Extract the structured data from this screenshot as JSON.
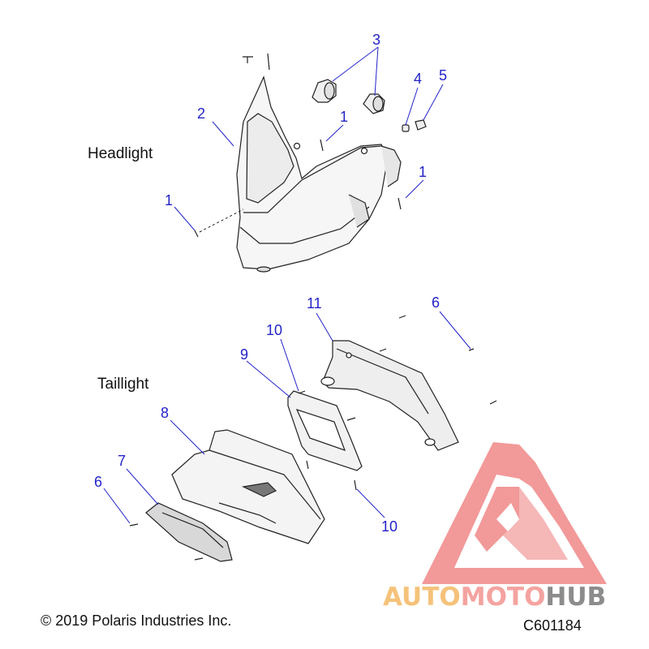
{
  "sections": {
    "headlight": "Headlight",
    "taillight": "Taillight"
  },
  "callouts": [
    {
      "id": "c1a",
      "text": "1"
    },
    {
      "id": "c1b",
      "text": "1"
    },
    {
      "id": "c1c",
      "text": "1"
    },
    {
      "id": "c2",
      "text": "2"
    },
    {
      "id": "c3",
      "text": "3"
    },
    {
      "id": "c4",
      "text": "4"
    },
    {
      "id": "c5",
      "text": "5"
    },
    {
      "id": "c6a",
      "text": "6"
    },
    {
      "id": "c6b",
      "text": "6"
    },
    {
      "id": "c7",
      "text": "7"
    },
    {
      "id": "c8",
      "text": "8"
    },
    {
      "id": "c9",
      "text": "9"
    },
    {
      "id": "c10a",
      "text": "10"
    },
    {
      "id": "c10b",
      "text": "10"
    },
    {
      "id": "c11",
      "text": "11"
    }
  ],
  "footer": {
    "copyright": "© 2019 Polaris Industries Inc.",
    "diagram_code": "C601184"
  },
  "watermark": {
    "part1": "AUTO",
    "part2": "MOTO",
    "part3": "HUB",
    "colors": {
      "auto": "#f5c27a",
      "moto": "#f4a3a0",
      "hub": "#8c8c8c",
      "logo": "#f08080"
    }
  },
  "colors": {
    "callout": "#2323c8",
    "line": "#222222"
  }
}
